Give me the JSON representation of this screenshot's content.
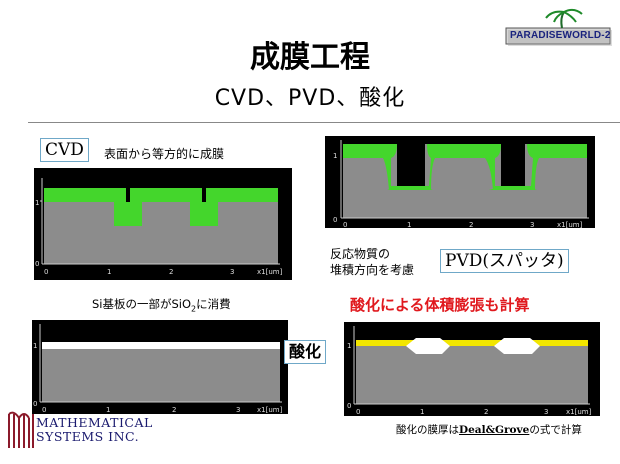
{
  "brand": {
    "badge": "PARADISEWORLD-2"
  },
  "header": {
    "title": "成膜工程",
    "subtitle": "CVD、PVD、酸化"
  },
  "cvd": {
    "label": "CVD",
    "note": "表面から等方的に成膜"
  },
  "pvd": {
    "note_line1": "反応物質の",
    "note_line2": "堆積方向を考慮",
    "label": "PVD(スパッタ)"
  },
  "oxidation": {
    "note_prefix": "Si基板の一部がSiO",
    "note_sub": "2",
    "note_suffix": "に消費",
    "label": "酸化",
    "red_note": "酸化による体積膨張も計算"
  },
  "footer": {
    "note_prefix": "酸化の膜厚は",
    "note_link": "Deal&Grove",
    "note_suffix": "の式で計算"
  },
  "logo": {
    "line1": "MATHEMATICAL",
    "line2": "SYSTEMS INC."
  },
  "axes": {
    "x_unit": "x1[um]",
    "x_ticks": [
      "0",
      "1",
      "2",
      "3"
    ],
    "y_ticks": [
      "1",
      "0"
    ]
  },
  "colors": {
    "film_green": "#44d62c",
    "substrate_gray": "#8c8c8c",
    "oxide_white": "#ffffff",
    "oxide_yellow": "#f2e600",
    "accent_red": "#e0191e"
  }
}
